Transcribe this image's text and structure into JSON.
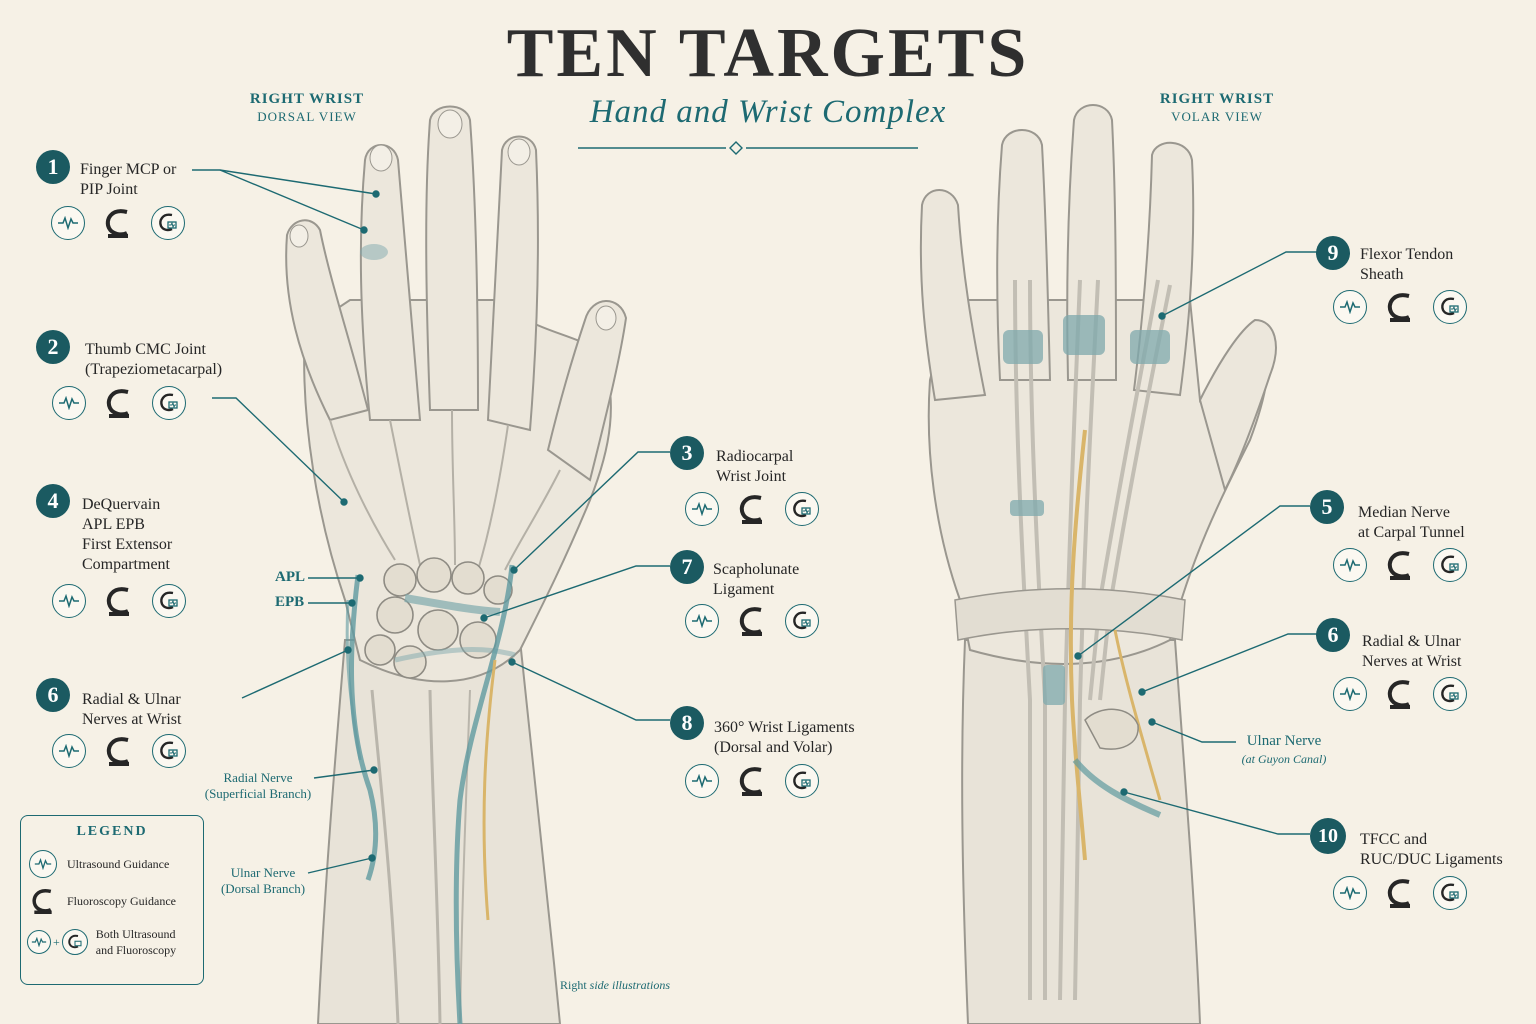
{
  "title": "TEN TARGETS",
  "subtitle": "Hand and Wrist Complex",
  "views": {
    "dorsal": {
      "line1": "RIGHT WRIST",
      "line2": "DORSAL VIEW"
    },
    "volar": {
      "line1": "RIGHT WRIST",
      "line2": "VOLAR VIEW"
    }
  },
  "targets": [
    {
      "num": "1",
      "lines": [
        "Finger MCP or",
        "PIP Joint"
      ]
    },
    {
      "num": "2",
      "lines": [
        "Thumb CMC Joint",
        "(Trapeziometacarpal)"
      ]
    },
    {
      "num": "4",
      "lines": [
        "DeQuervain",
        "APL EPB",
        "First Extensor",
        "Compartment"
      ]
    },
    {
      "num": "6",
      "lines": [
        "Radial & Ulnar",
        "Nerves at Wrist"
      ]
    },
    {
      "num": "3",
      "lines": [
        "Radiocarpal",
        "Wrist Joint"
      ]
    },
    {
      "num": "7",
      "lines": [
        "Scapholunate",
        "Ligament"
      ]
    },
    {
      "num": "8",
      "lines": [
        "360° Wrist Ligaments",
        "(Dorsal and Volar)"
      ]
    },
    {
      "num": "9",
      "lines": [
        "Flexor Tendon",
        "Sheath"
      ]
    },
    {
      "num": "5",
      "lines": [
        "Median Nerve",
        "at Carpal Tunnel"
      ]
    },
    {
      "num": "6",
      "lines": [
        "Radial & Ulnar",
        "Nerves at Wrist"
      ]
    },
    {
      "num": "10",
      "lines": [
        "TFCC and",
        "RUC/DUC Ligaments"
      ]
    }
  ],
  "annotations": {
    "apl": "APL",
    "epb": "EPB",
    "radial_nerve": {
      "line1": "Radial Nerve",
      "line2": "(Superficial Branch)"
    },
    "ulnar_nerve_dorsal": {
      "line1": "Ulnar Nerve",
      "line2": "(Dorsal Branch)"
    },
    "ulnar_nerve_guyon": {
      "line1": "Ulnar Nerve",
      "line2": "(at Guyon Canal)"
    }
  },
  "legend": {
    "title": "LEGEND",
    "ultrasound": "Ultrasound Guidance",
    "fluoroscopy": "Fluoroscopy Guidance",
    "both_line1": "Both Ultrasound",
    "both_line2": "and Fluoroscopy"
  },
  "footer": {
    "a": "Right",
    "b": "side illustrations"
  },
  "icons": [
    "ultrasound-icon",
    "fluoroscopy-c-arm-icon",
    "combined-guidance-icon"
  ],
  "colors": {
    "teal": "#1d6a72",
    "dark_teal": "#1b5a61",
    "background": "#f6f1e6",
    "nerve": "#d9b56a"
  }
}
